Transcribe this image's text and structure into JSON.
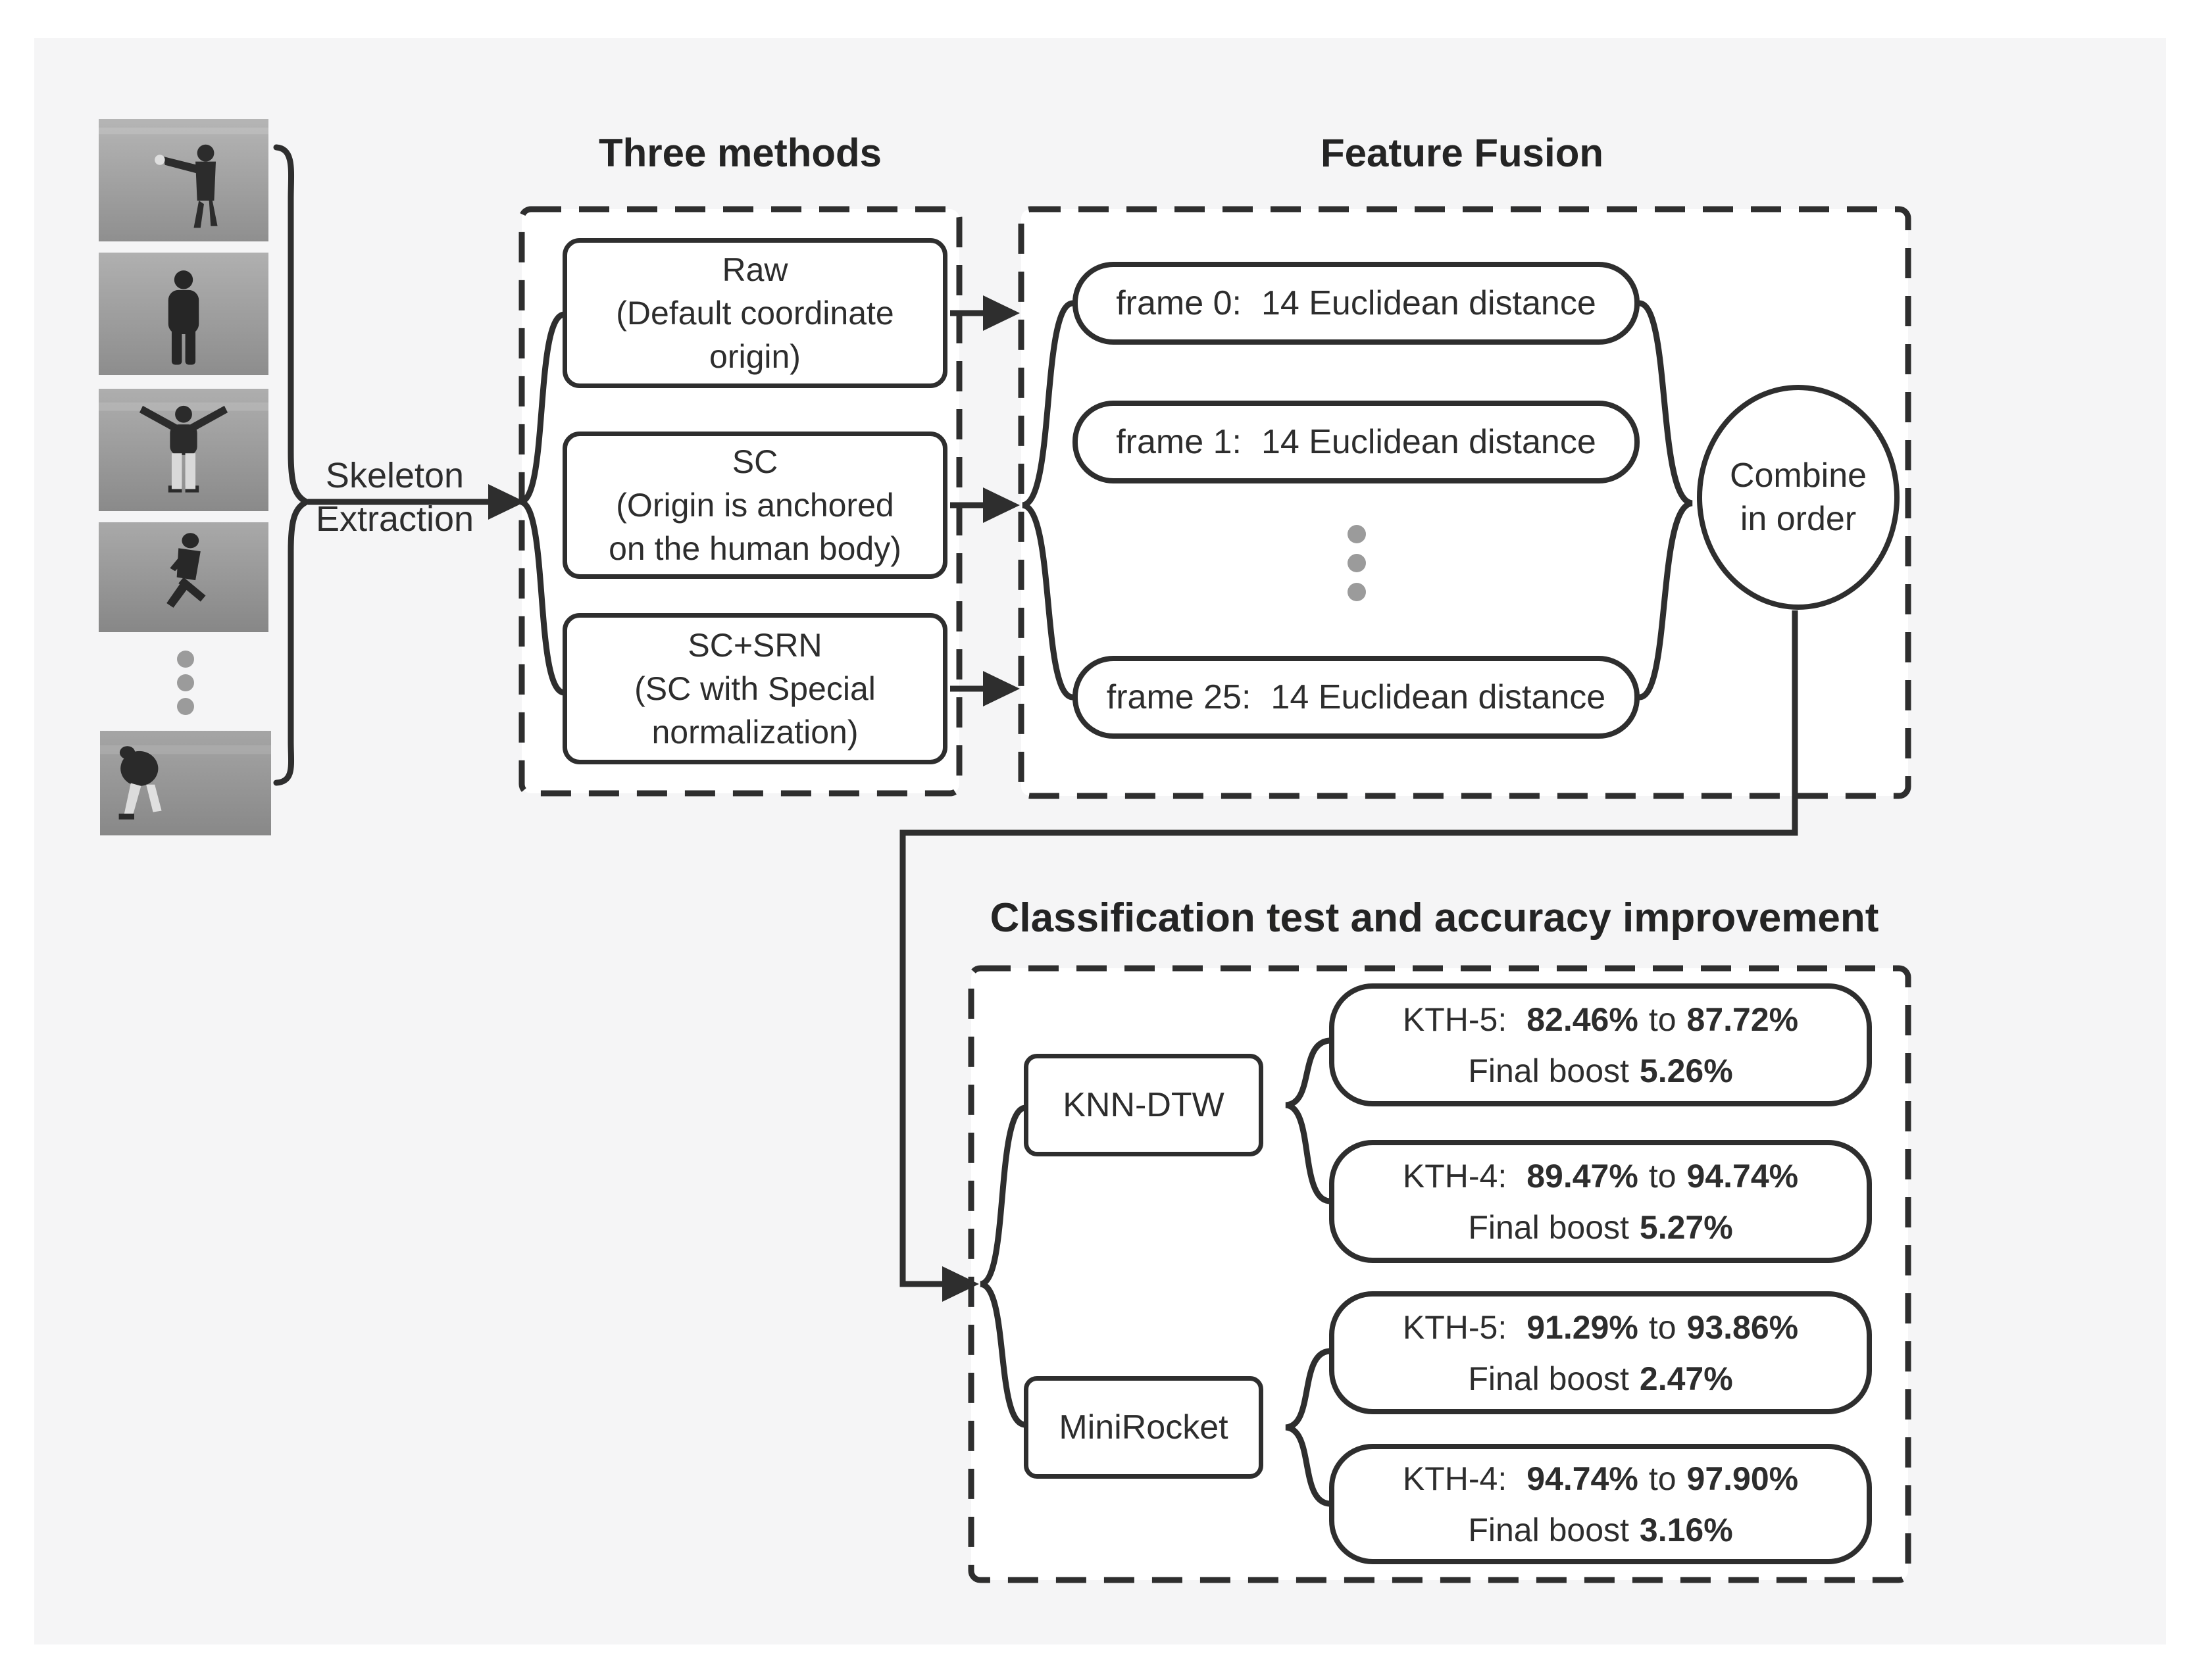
{
  "colors": {
    "page_background": "#ffffff",
    "panel_background": "#f5f5f6",
    "stroke": "#2e2e2e",
    "text": "#2d2d2d",
    "ellipsis_dots": "#9b9b9b"
  },
  "left_panel": {
    "frames": [
      {
        "name": "video frame: person raising arm"
      },
      {
        "name": "video frame: person standing facing camera"
      },
      {
        "name": "video frame: person with arms spread"
      },
      {
        "name": "video frame: person running"
      },
      {
        "name": "video frame: person bending over"
      }
    ],
    "label": {
      "line1": "Skeleton",
      "line2": "Extraction"
    }
  },
  "three_methods": {
    "title": "Three methods",
    "methods": [
      {
        "line1": "Raw",
        "line2": "(Default coordinate",
        "line3": "origin)"
      },
      {
        "line1": "SC",
        "line2": "(Origin is anchored",
        "line3": "on the human body)"
      },
      {
        "line1": "SC+SRN",
        "line2": "(SC with Special",
        "line3": "normalization)"
      }
    ]
  },
  "feature_fusion": {
    "title": "Feature Fusion",
    "frames": [
      {
        "label": "frame 0:",
        "value": "14 Euclidean distance"
      },
      {
        "label": "frame 1:",
        "value": "14 Euclidean distance"
      },
      {
        "label": "frame 25:",
        "value": "14 Euclidean distance"
      }
    ],
    "combine": {
      "line1": "Combine",
      "line2": "in order"
    }
  },
  "classification": {
    "title": "Classification test and accuracy improvement",
    "classifiers": [
      {
        "name": "KNN-DTW",
        "results": [
          {
            "dataset": "KTH-5:",
            "from": "82.46%",
            "to_word": "to",
            "to": "87.72%",
            "boost_label": "Final boost",
            "boost": "5.26%"
          },
          {
            "dataset": "KTH-4:",
            "from": "89.47%",
            "to_word": "to",
            "to": "94.74%",
            "boost_label": "Final boost",
            "boost": "5.27%"
          }
        ]
      },
      {
        "name": "MiniRocket",
        "results": [
          {
            "dataset": "KTH-5:",
            "from": "91.29%",
            "to_word": "to",
            "to": "93.86%",
            "boost_label": "Final boost",
            "boost": "2.47%"
          },
          {
            "dataset": "KTH-4:",
            "from": "94.74%",
            "to_word": "to",
            "to": "97.90%",
            "boost_label": "Final boost",
            "boost": "3.16%"
          }
        ]
      }
    ]
  }
}
